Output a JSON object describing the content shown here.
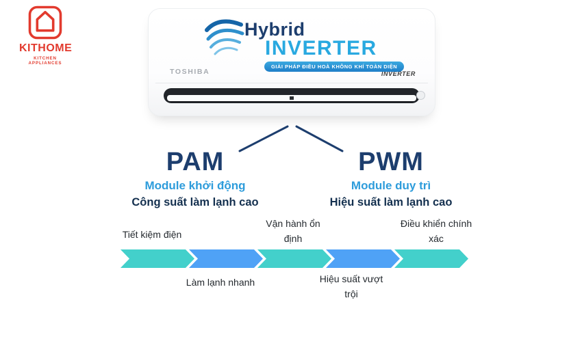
{
  "logo": {
    "brand": "KITHOME",
    "tagline": "KITCHEN APPLIANCES"
  },
  "hero": {
    "badge_title": "Hybrid",
    "badge_subtitle": "INVERTER",
    "badge_banner": "GIẢI PHÁP ĐIỀU HOÀ KHÔNG KHÍ TOÀN DIỆN",
    "unit_brand": "TOSHIBA",
    "unit_model_label": "INVERTER"
  },
  "modules": [
    {
      "abbr": "PAM",
      "role": "Module khởi động",
      "benefit": "Công suất làm lạnh cao"
    },
    {
      "abbr": "PWM",
      "role": "Module duy trì",
      "benefit": "Hiệu suất làm lạnh cao"
    }
  ],
  "feature_bar": {
    "segments": [
      {
        "label": "Tiết kiệm điện",
        "position": "top",
        "color": "#43D0CB"
      },
      {
        "label": "Làm lạnh nhanh",
        "position": "bottom",
        "color": "#4FA2F6"
      },
      {
        "label": "Vận hành ổn định",
        "position": "top",
        "color": "#43D0CB"
      },
      {
        "label": "Hiệu suất vượt trội",
        "position": "bottom",
        "color": "#4FA2F6"
      },
      {
        "label": "Điều khiển chính xác",
        "position": "top",
        "color": "#43D0CB"
      }
    ]
  },
  "colors": {
    "accent_teal": "#43D0CB",
    "accent_blue": "#4FA2F6",
    "navy": "#1D3E6E",
    "light_blue": "#2D9CDB",
    "brand_red": "#E23A2E"
  }
}
